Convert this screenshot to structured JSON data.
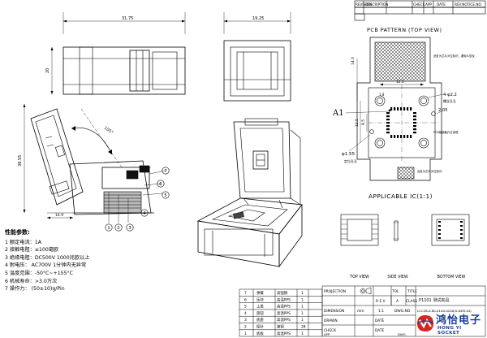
{
  "revision_header": [
    "REVISION",
    "DESCRIPTION",
    "CHECK",
    "APP",
    "DATE",
    "REV.NOTICE.NO."
  ],
  "dimensions": {
    "front_width": "31.75",
    "side_width": "19.25",
    "front_height": "20",
    "open_height": "38.55",
    "base_depth": "14.9",
    "pcb_height": "12.5",
    "pitch_width": "12.5",
    "pin_hole": "4-φ2.2",
    "pitch_05": "2.05",
    "pcb_9": "9.5",
    "pcb_side": "14.3",
    "pcb_small": "1.8",
    "hole_mark": "φ1.55",
    "angle": "105°"
  },
  "labels": {
    "pcb_pattern": "PCB PATTERN (TOP VIEW)",
    "applicable_ic": "APPLICABLE IC(1:1)",
    "a1": "A1",
    "locate_hole": "定位孔孔",
    "screw_hole": "螺丝孔孔",
    "note_top": "此处为芯片对位标识，避免IC放反",
    "note_mid": "PCB板接触孔位参照",
    "note_bottom": "此处为芯片对位标识"
  },
  "balloons": [
    "1",
    "2",
    "3",
    "4",
    "5",
    "6",
    "7"
  ],
  "specs": {
    "title": "性能参数:",
    "items": [
      "1  额定电流：1A",
      "2  接触电阻：≤100毫欧",
      "3  绝缘电阻：DC500V 1000兆欧以上",
      "4  耐电压：  AC700V 1分钟内无异常",
      "5  温度范围：-50°C~+155°C",
      "6  机械寿命：>3.0万次",
      "7  操作力：  (50±10)g/Pin"
    ]
  },
  "view_labels": [
    "TOP VIEW",
    "SIDE VIEW",
    "BOTTOM VIEW"
  ],
  "title_block": {
    "projection": "PROJECTION",
    "tolerance": "TOL",
    "title_label": "TITLE",
    "title_value": "P1101  测试夹具",
    "rev": "R E V",
    "rev_value": "A",
    "class": "CLASS",
    "dimension": "DIMENSION",
    "unit": "mm",
    "scale": "1:1",
    "dwg_no": "DWG.NO",
    "part_no": "LCC28-0.80-0140-0200(0.84IR.04)",
    "drawn": "DRAWN",
    "check": "CHECK",
    "app": "APP",
    "date": "DATE",
    "dwg": "DWG."
  },
  "bom": {
    "rows": [
      [
        "7",
        "弹簧",
        "高强钢",
        "1",
        ""
      ],
      [
        "6",
        "压块",
        "高温PPS",
        "1",
        ""
      ],
      [
        "5",
        "上盖",
        "高温PPS",
        "1",
        ""
      ],
      [
        "4",
        "旋钮",
        "高温PPS",
        "1",
        ""
      ],
      [
        "3",
        "底座",
        "高温PPS",
        "1",
        ""
      ],
      [
        "2",
        "探针",
        "铍铜",
        "28",
        ""
      ],
      [
        "1",
        "底板",
        "高温PPS",
        "1",
        ""
      ]
    ]
  },
  "logo": {
    "cn": "鸿怡电子",
    "en": "HONG YI SOCKET"
  }
}
